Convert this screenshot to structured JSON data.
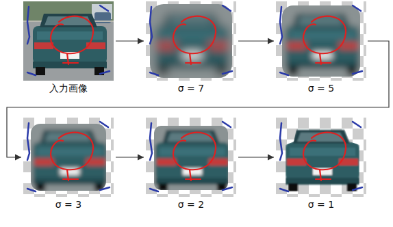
{
  "diagram": {
    "nodes": [
      {
        "text": [
          "入力画像"
        ]
      },
      {
        "text": [
          "σ = 7"
        ]
      },
      {
        "text": [
          "σ = 5"
        ]
      },
      {
        "text": [
          "σ = 3"
        ]
      },
      {
        "text": [
          "σ = 2"
        ]
      },
      {
        "text": [
          "σ = 1"
        ]
      }
    ],
    "edges": [
      {
        "from": 0,
        "to": 1,
        "arrow": "to"
      },
      {
        "from": 1,
        "to": 2,
        "arrow": "to"
      },
      {
        "from": 2,
        "to": 3,
        "arrow": "to"
      },
      {
        "from": 3,
        "to": 4,
        "arrow": "to"
      },
      {
        "from": 4,
        "to": 5,
        "arrow": "to"
      }
    ]
  }
}
